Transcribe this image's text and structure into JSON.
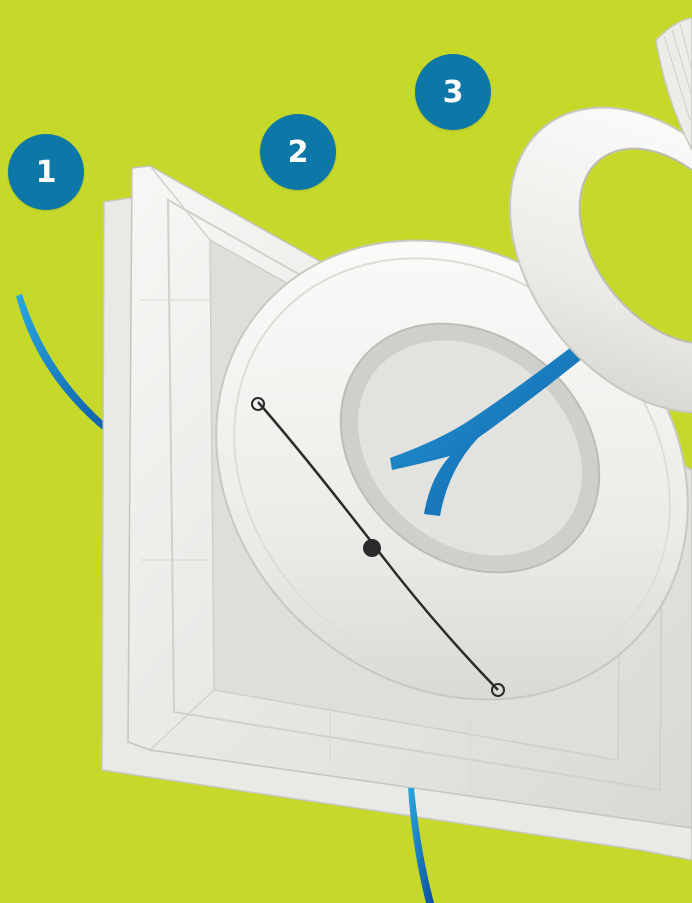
{
  "background_color": "#c6d92b",
  "accent_color": "#0d78a8",
  "callouts": [
    {
      "number": "1"
    },
    {
      "number": "2"
    },
    {
      "number": "3"
    }
  ],
  "parts": [
    {
      "icon": "square-panel-icon"
    },
    {
      "icon": "ring-adapter-icon"
    },
    {
      "icon": "ring-collar-icon"
    },
    {
      "icon": "grille-icon"
    }
  ]
}
